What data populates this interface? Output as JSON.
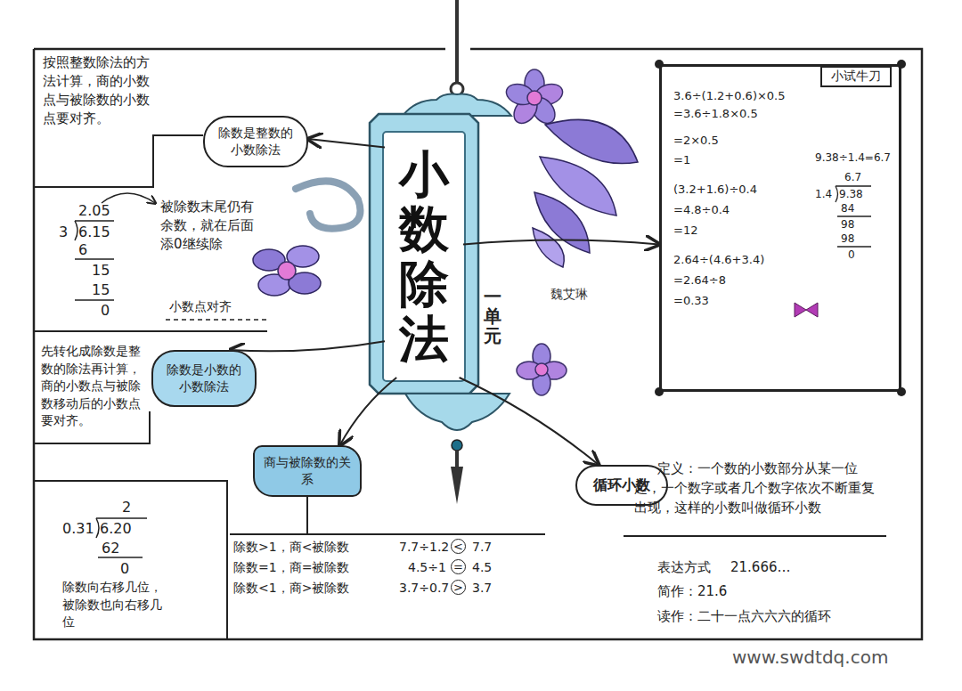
{
  "diagram": {
    "nodes": [
      {
        "text": [
          "小数除法"
        ]
      },
      {
        "text": [
          "除数是整数的小数除法"
        ]
      },
      {
        "text": [
          "除数是小数的小数除法"
        ]
      },
      {
        "text": [
          "商与被除数的关系"
        ]
      },
      {
        "text": [
          "循环小数"
        ]
      },
      {
        "text": [
          "小试牛刀"
        ]
      }
    ],
    "edges": [
      {
        "from": 0,
        "to": 1,
        "arrow": "to"
      },
      {
        "from": 0,
        "to": 2,
        "arrow": "to"
      },
      {
        "from": 0,
        "to": 3,
        "arrow": "to"
      },
      {
        "from": 0,
        "to": 4,
        "arrow": "to"
      },
      {
        "from": 0,
        "to": 5,
        "arrow": "to"
      }
    ],
    "labels": [
      "按照整数除法的方法计算，商的小数点与被除数的小数点要对齐。",
      "2.05",
      "3",
      "6.15",
      "6",
      "15",
      "15",
      "0",
      "被除数末尾仍有余数，就在后面添0继续除",
      "小数点对齐",
      "先转化成除数是整数的除法再计算，商的小数点与被除数移动后的小数点要对齐。",
      "2",
      "0.31",
      "6.20",
      "62",
      "0",
      "除数向右移几位，被除数也向右移几位",
      "除数>1，商<被除数",
      "除数=1，商=被除数",
      "除数<1，商>被除数",
      "7.7÷1.2",
      "<",
      "7.7",
      "4.5÷1",
      "=",
      "4.5",
      "3.7÷0.7",
      ">",
      "3.7",
      "定义：一个数的小数部分从某一位起，一个数字或者几个数字依次不断重复出现，这样的小数叫做循环小数",
      "表达方式",
      "21.666…",
      "简作：21.6̇",
      "读作：二十一点六六六的循环",
      "一单元",
      "魏艾琳",
      "3.6÷(1.2+0.6)×0.5",
      "=3.6÷1.8×0.5",
      "=2×0.5",
      "=1",
      "(3.2+1.6)÷0.4",
      "=4.8÷0.4",
      "=12",
      "2.64÷(4.6+3.4)",
      "=2.64÷8",
      "=0.33",
      "9.38÷1.4=6.7",
      "6.7",
      "1.4",
      "9.38",
      "84",
      "98",
      "98",
      "0",
      "www.swdtdq.com"
    ]
  }
}
